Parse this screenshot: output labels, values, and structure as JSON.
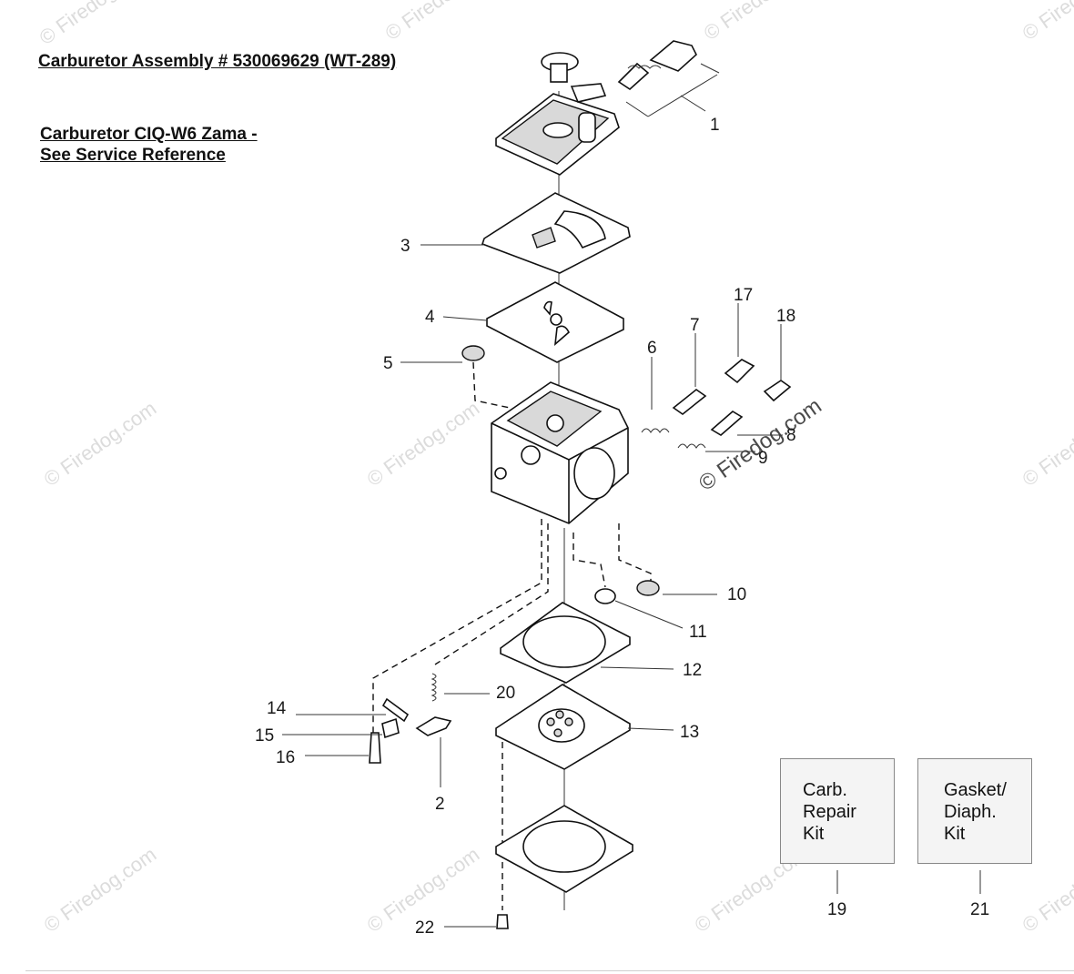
{
  "headings": {
    "assembly": "Carburetor Assembly # 530069629 (WT-289)",
    "carb_line1": "Carburetor CIQ-W6 Zama -",
    "carb_line2": "See Service Reference"
  },
  "watermarks": {
    "text": "© Firedog.com",
    "center": "© Firedog.com"
  },
  "callouts": [
    "1",
    "3",
    "4",
    "5",
    "6",
    "7",
    "17",
    "18",
    "8",
    "9",
    "10",
    "11",
    "12",
    "13",
    "14",
    "15",
    "16",
    "2",
    "20",
    "22"
  ],
  "kits": [
    {
      "lines": [
        "Carb.",
        "Repair",
        "Kit"
      ],
      "number": "19"
    },
    {
      "lines": [
        "Gasket/",
        "Diaph.",
        "Kit"
      ],
      "number": "21"
    }
  ]
}
